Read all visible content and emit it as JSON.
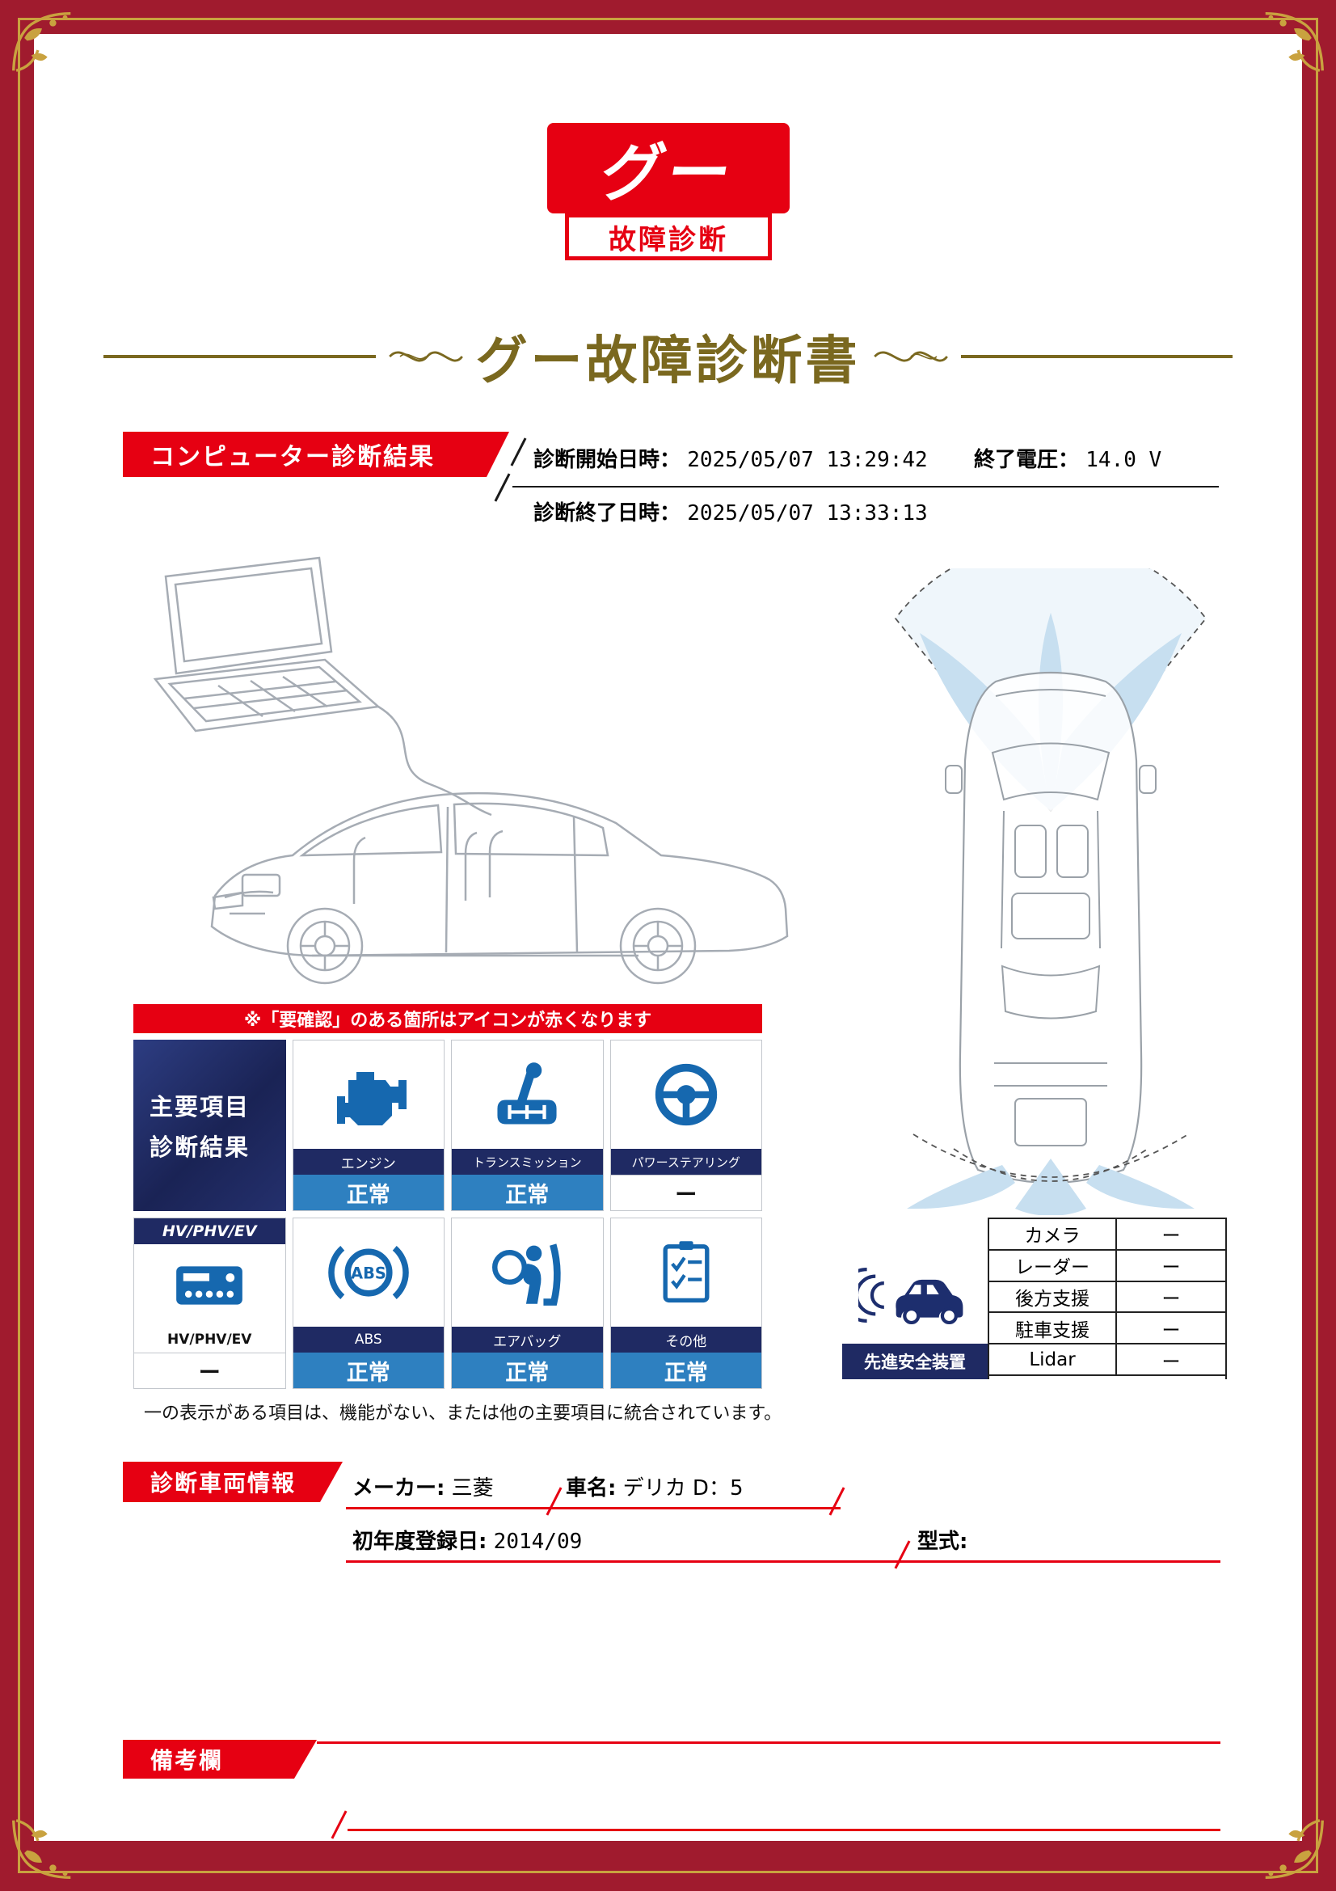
{
  "logo": {
    "mark": "グー",
    "caption": "故障診断"
  },
  "title": "グー故障診断書",
  "computer_diag": {
    "section_title": "コンピューター診断結果",
    "start_label": "診断開始日時：",
    "start_value": "2025/05/07 13:29:42",
    "voltage_label": "終了電圧：",
    "voltage_value": "14.0 V",
    "end_label": "診断終了日時：",
    "end_value": "2025/05/07 13:33:13"
  },
  "notice": "※「要確認」のある箇所はアイコンが赤くなります",
  "main_items": {
    "header_line1": "主要項目",
    "header_line2": "診断結果",
    "items": [
      {
        "label": "エンジン",
        "status": "正常"
      },
      {
        "label": "トランスミッション",
        "status": "正常"
      },
      {
        "label": "パワーステアリング",
        "status": "ー"
      },
      {
        "banner": "HV/PHV/EV",
        "label": "HV/PHV/EV",
        "status": "ー"
      },
      {
        "label": "ABS",
        "status": "正常"
      },
      {
        "label": "エアバッグ",
        "status": "正常"
      },
      {
        "label": "その他",
        "status": "正常"
      }
    ],
    "footnote": "一の表示がある項目は、機能がない、または他の主要項目に統合されています。"
  },
  "safety": {
    "label": "先進安全装置",
    "rows": [
      {
        "name": "カメラ",
        "value": "ー"
      },
      {
        "name": "レーダー",
        "value": "ー"
      },
      {
        "name": "後方支援",
        "value": "ー"
      },
      {
        "name": "駐車支援",
        "value": "ー"
      },
      {
        "name": "Lidar",
        "value": "ー"
      }
    ]
  },
  "vehicle_info": {
    "section_title": "診断車両情報",
    "maker_label": "メーカー:",
    "maker_value": "三菱",
    "name_label": "車名:",
    "name_value": "デリカ D：5",
    "reg_label": "初年度登録日:",
    "reg_value": "2014/09",
    "model_label": "型式:",
    "model_value": ""
  },
  "remarks": {
    "section_title": "備考欄"
  },
  "colors": {
    "brand_red": "#e60012",
    "frame_red": "#a01b2e",
    "navy": "#1f2a63",
    "status_blue": "#2e80c0",
    "icon_blue": "#1668af",
    "gold": "#c9a23f",
    "title_gold": "#7a681f"
  }
}
